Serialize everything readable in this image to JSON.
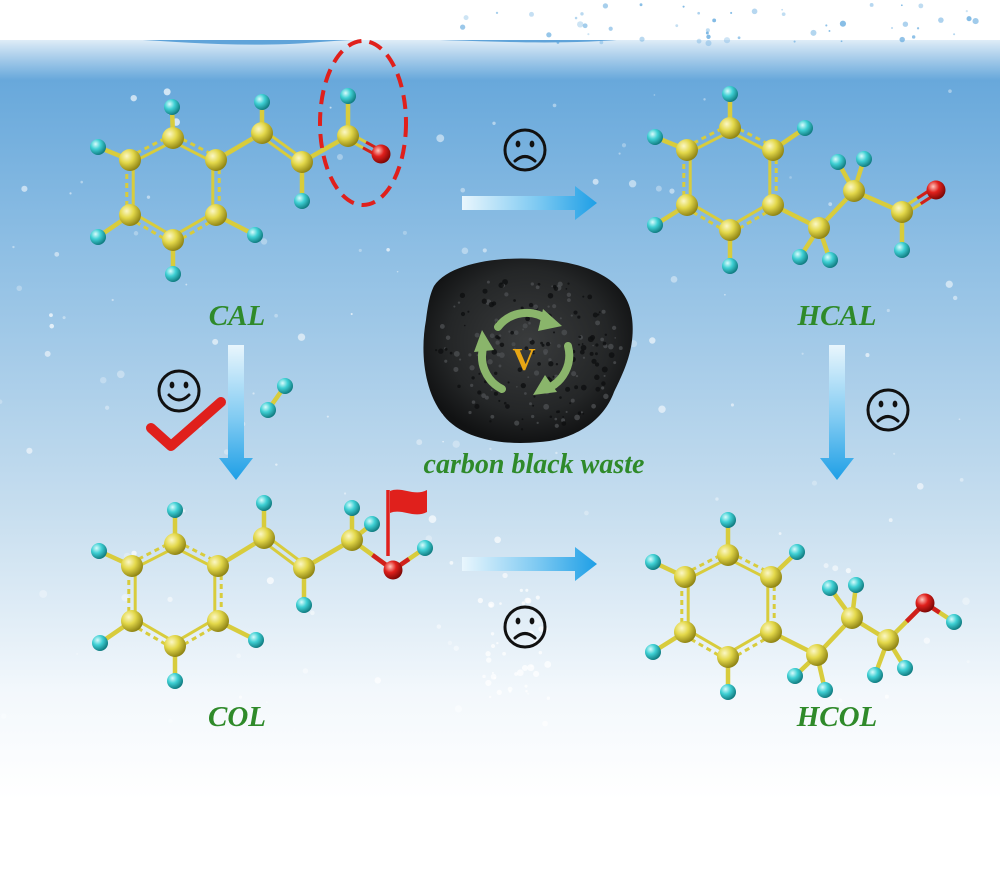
{
  "molecules": {
    "cal": "CAL",
    "hcal": "HCAL",
    "col": "COL",
    "hcol": "HCOL"
  },
  "catalyst": {
    "label": "carbon black waste",
    "center_letter": "V"
  },
  "paths": [
    {
      "from": "CAL",
      "to": "HCAL",
      "favored": false
    },
    {
      "from": "CAL",
      "to": "COL",
      "favored": true
    },
    {
      "from": "COL",
      "to": "HCOL",
      "favored": false
    },
    {
      "from": "HCAL",
      "to": "HCOL",
      "favored": false
    }
  ],
  "colors": {
    "carbon": "#e3d84a",
    "hydrogen": "#3fd0d4",
    "oxygen": "#e0201c",
    "label_green": "#2f8a2a",
    "highlight_red": "#e0201c",
    "arrow_blue": "#2aa7e8",
    "recycle_green": "#8ab56b",
    "letter_gold": "#e8a614"
  }
}
